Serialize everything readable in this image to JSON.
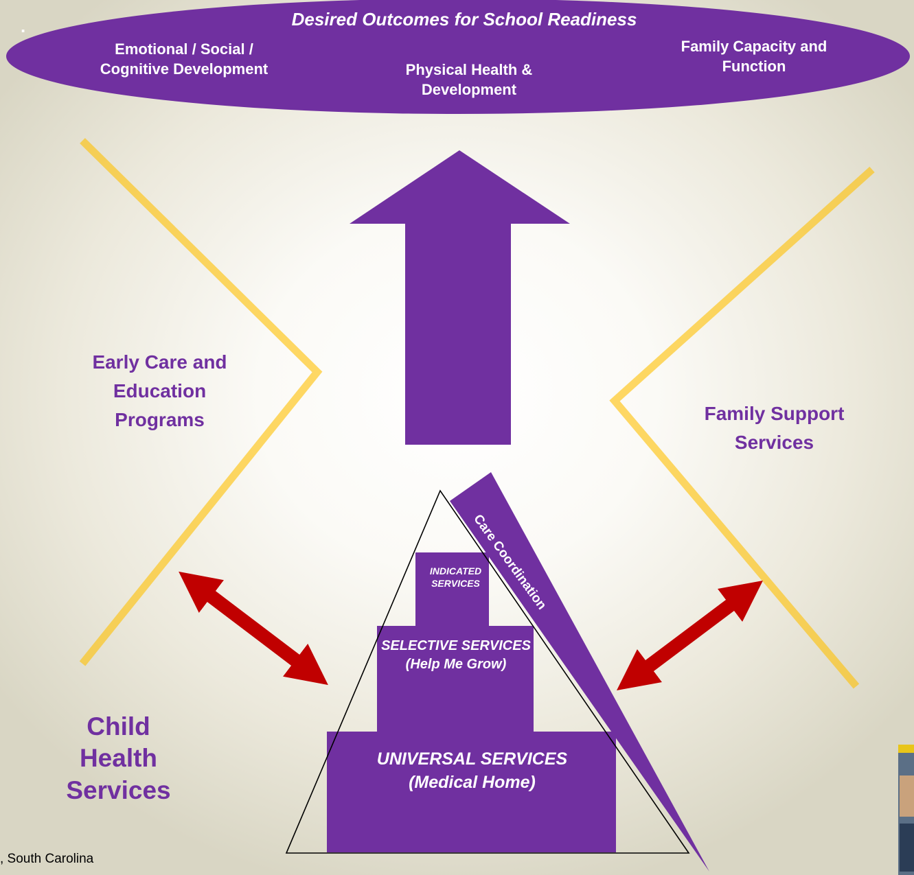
{
  "outcomes": {
    "dot": ".",
    "title": "Desired Outcomes for School Readiness",
    "items": [
      "Emotional / Social /\nCognitive Development",
      "Physical Health &\nDevelopment",
      "Family Capacity and\nFunction"
    ]
  },
  "sides": {
    "left": "Early Care and\nEducation\nPrograms",
    "right": "Family Support\nServices",
    "bottom_left": "Child\nHealth\nServices"
  },
  "pyramid": {
    "care_coordination": "Care Coordination",
    "indicated": "INDICATED\nSERVICES",
    "selective": "SELECTIVE SERVICES\n(Help Me Grow)",
    "universal": "UNIVERSAL SERVICES\n(Medical  Home)"
  },
  "footer": ", South Carolina",
  "colors": {
    "purple": "#7030a0",
    "gold": "#ffc000",
    "red": "#c00000",
    "white": "#ffffff"
  }
}
